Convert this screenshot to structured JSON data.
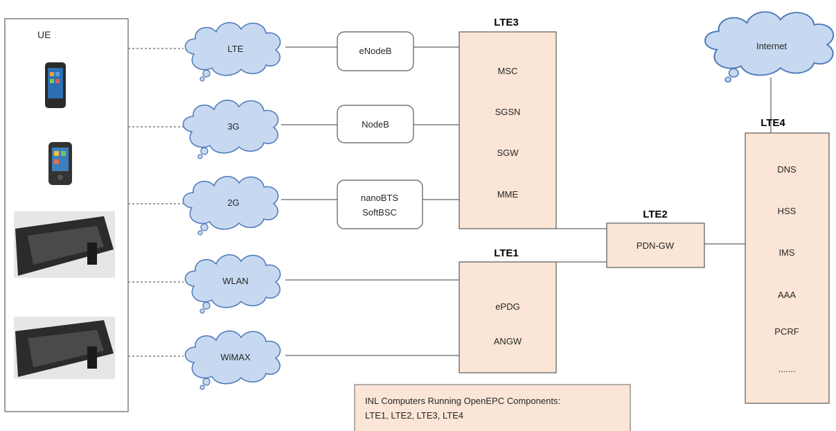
{
  "ue": {
    "label": "UE",
    "devices": [
      "smartphone-1",
      "smartphone-2",
      "laptop-1",
      "laptop-2"
    ]
  },
  "access_networks": [
    {
      "name": "LTE"
    },
    {
      "name": "3G"
    },
    {
      "name": "2G"
    },
    {
      "name": "WLAN"
    },
    {
      "name": "WiMAX"
    }
  ],
  "radio_nodes": [
    {
      "lines": [
        "eNodeB"
      ]
    },
    {
      "lines": [
        "NodeB"
      ]
    },
    {
      "lines": [
        "nanoBTS",
        "SoftBSC"
      ]
    }
  ],
  "lte3": {
    "title": "LTE3",
    "items": [
      "MSC",
      "SGSN",
      "SGW",
      "MME"
    ]
  },
  "lte1": {
    "title": "LTE1",
    "items": [
      "ePDG",
      "ANGW"
    ]
  },
  "lte2": {
    "title": "LTE2",
    "items": [
      "PDN-GW"
    ]
  },
  "lte4": {
    "title": "LTE4",
    "items": [
      "DNS",
      "HSS",
      "IMS",
      "AAA",
      "PCRF",
      "......."
    ]
  },
  "internet": {
    "label": "Internet"
  },
  "note": {
    "lines": [
      "INL Computers Running OpenEPC Components:",
      "LTE1, LTE2, LTE3, LTE4"
    ]
  },
  "colors": {
    "cloud_fill": "#c6d9f1",
    "cloud_stroke": "#4a76b8",
    "box_fill": "#fbe5d6",
    "box_stroke": "#595959"
  }
}
